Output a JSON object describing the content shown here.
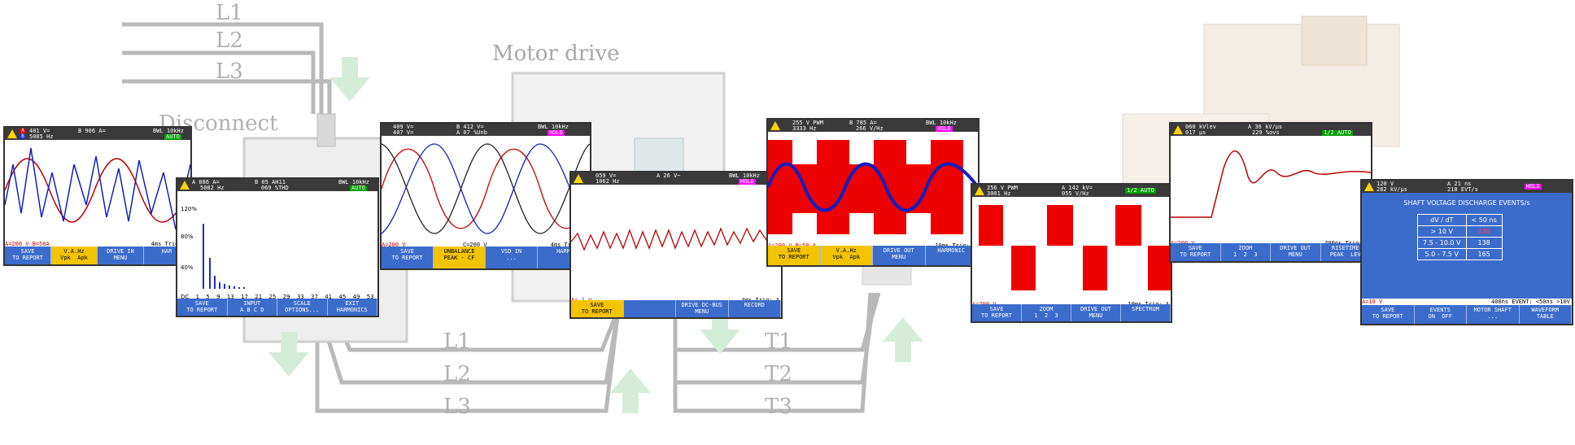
{
  "diagram": {
    "title": "Motor drive",
    "disconnect": "Disconnect",
    "supply_top": [
      "L1",
      "L2",
      "L3"
    ],
    "supply_bottom": [
      "L1",
      "L2",
      "L3"
    ],
    "output": [
      "T1",
      "T2",
      "T3"
    ]
  },
  "screens": [
    {
      "id": "voltage-amps",
      "header": {
        "l1": "401  V=",
        "l1b": "B  906  A=",
        "l2": "5085  Hz",
        "right": "BWL 10kHz",
        "badge": "AUTO"
      },
      "status": {
        "left": "A=200 V  B=50A",
        "right": "4ms Trig: A"
      },
      "softkeys": [
        "SAVE\nTO REPORT",
        "V.A.Hz\nVpk  Apk",
        "DRIVE IN\nMENU",
        "HAR"
      ]
    },
    {
      "id": "harmonics",
      "header": {
        "l1": "A  086  A=",
        "l1b": "B  05  AH11",
        "l2": "5082  Hz",
        "l2b": "069  %THD",
        "right": "BWL 10kHz",
        "badge": "AUTO"
      },
      "bar_labels": [
        "120%",
        "80%",
        "40%"
      ],
      "x_ticks": [
        "DC",
        "1",
        "5",
        "9",
        "13",
        "17",
        "21",
        "25",
        "29",
        "33",
        "37",
        "41",
        "45",
        "49",
        "53"
      ],
      "softkeys": [
        "SAVE\nTO REPORT",
        "INPUT\nA B C D",
        "SCALE\nOPTIONS...",
        "EXIT\nHARMONICS"
      ]
    },
    {
      "id": "unbalance",
      "header": {
        "l1": "409  V=",
        "l1b": "B  412  V=",
        "l2": "407  V=",
        "l2b": "A  07  %Unb",
        "right": "BWL 10kHz",
        "badge": "HOLD"
      },
      "status": {
        "left": "A=200 V",
        "mid": "C=200 V",
        "right": "4ms Trig: A"
      },
      "softkeys": [
        "SAVE\nTO REPORT",
        "UNBALANCE\nPEAK - CF",
        "VSD IN\n...",
        "HARM"
      ]
    },
    {
      "id": "dc-bus",
      "header": {
        "l1": "059  V=",
        "l1b": "A  26  V~",
        "l2": "1062  Hz",
        "right": "BWL 10kHz",
        "badge": "HOLD"
      },
      "status": {
        "left": "A= 1 V",
        "right": "4ms Trig: A"
      },
      "softkeys": [
        "SAVE\nTO REPORT",
        "",
        "DRIVE DC-BUS\nMENU",
        "RECORD"
      ]
    },
    {
      "id": "drive-out",
      "header": {
        "l1": "255  V  PWM",
        "l1b": "B  785  A=",
        "l2": "3333  Hz",
        "l2b": "266  V/Hz",
        "right": "BWL 10kHz",
        "badge": "HOLD"
      },
      "status": {
        "left": "A=200 V  B=50 A",
        "right": "10ms Trig: A"
      },
      "softkeys": [
        "SAVE\nTO REPORT",
        "V.A.Hz\nVpk  Apk",
        "DRIVE OUT\nMENU",
        "HARMONIC"
      ]
    },
    {
      "id": "zoom-pwm",
      "header": {
        "l1": "256  V  PWM",
        "l1b": "A  142  kV=",
        "l2": "3001  Hz",
        "l2b": "055  V/Hz",
        "badge": "1/2 AUTO"
      },
      "status": {
        "left": "A=200 V",
        "right": "10ms Trig: A"
      },
      "softkeys": [
        "SAVE\nTO REPORT",
        "ZOOM\n1  2  3",
        "DRIVE OUT\nMENU",
        "SPECTRUM"
      ]
    },
    {
      "id": "risetime",
      "header": {
        "l1": "060  kVlev",
        "l1b": "A  36  kV/μs",
        "l2": "017  μs",
        "l2b": "229  %ovs",
        "badge": "1/2 AUTO"
      },
      "status": {
        "left": "A=200 V",
        "right": "400ns Trig: A"
      },
      "softkeys": [
        "SAVE\nTO REPORT",
        "ZOOM\n1  2  3",
        "DRIVE OUT\nMENU",
        "RISETIME\nPEAK  LEV"
      ]
    },
    {
      "id": "shaft",
      "header": {
        "l1": "120  V",
        "l1b": "A  21  ns",
        "l2": "282  kV/μs",
        "l2b": "218  EVT/s",
        "badge": "HOLD"
      },
      "panel_title": "SHAFT VOLTAGE DISCHARGE EVENTS/s",
      "table": {
        "head_dv": "dV",
        "head_dt": "dT",
        "head_col": "< 50 ns",
        "rows": [
          {
            "range": "> 10 V",
            "value": "238"
          },
          {
            "range": "7.5 - 10.0 V",
            "value": "138"
          },
          {
            "range": "5.0 - 7.5 V",
            "value": "165"
          }
        ]
      },
      "status": {
        "left": "A=10 V",
        "right": "400ns  EVENT: <50ns >10V"
      },
      "softkeys": [
        "SAVE\nTO REPORT",
        "EVENTS\nON  OFF",
        "MOTOR SHAFT\n...",
        "WAVEFORM\nTABLE"
      ]
    }
  ]
}
